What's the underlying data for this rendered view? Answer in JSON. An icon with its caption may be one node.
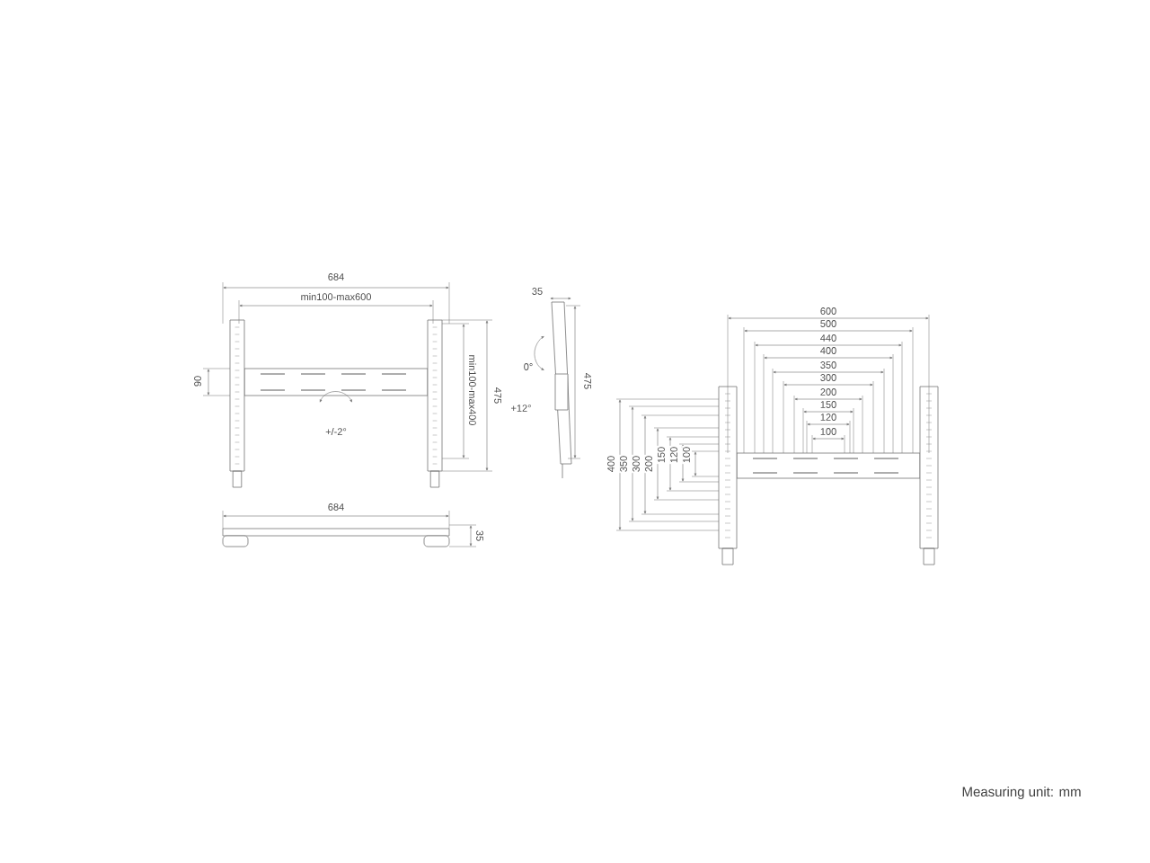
{
  "diagram": {
    "labels": [
      "684",
      "min100-max600",
      "90",
      "min100-max400",
      "475",
      "+/-2°",
      "684",
      "35",
      "35",
      "0°",
      "+12°",
      "475",
      "600",
      "500",
      "440",
      "400",
      "350",
      "300",
      "200",
      "150",
      "120",
      "100",
      "400",
      "350",
      "300",
      "200",
      "150",
      "120",
      "100",
      "Measuring unit: mm"
    ]
  }
}
